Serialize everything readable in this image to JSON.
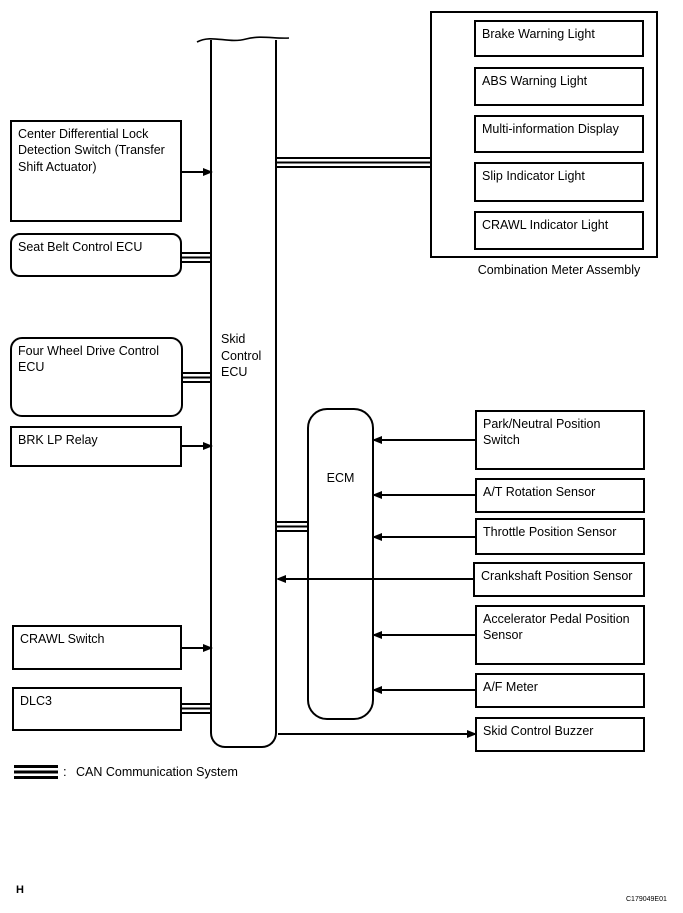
{
  "colors": {
    "line": "#000000",
    "background": "#ffffff"
  },
  "column": {
    "label": "Skid Control ECU"
  },
  "left_boxes": [
    {
      "label": "Center Differential Lock Detection Switch (Transfer Shift Actuator)",
      "connection": "arrow"
    },
    {
      "label": "Seat Belt Control ECU",
      "connection": "can"
    },
    {
      "label": "Four Wheel Drive Control ECU",
      "connection": "can"
    },
    {
      "label": "BRK LP Relay",
      "connection": "arrow"
    },
    {
      "label": "CRAWL Switch",
      "connection": "arrow"
    },
    {
      "label": "DLC3",
      "connection": "can"
    }
  ],
  "combination_meter": {
    "title": "Combination Meter Assembly",
    "items": [
      {
        "label": "Brake Warning Light"
      },
      {
        "label": "ABS Warning Light"
      },
      {
        "label": "Multi-information Display"
      },
      {
        "label": "Slip Indicator Light"
      },
      {
        "label": "CRAWL Indicator Light"
      }
    ],
    "connection": "can"
  },
  "ecm": {
    "label": "ECM",
    "connection": "can"
  },
  "right_boxes": [
    {
      "label": "Park/Neutral Position Switch",
      "connection": "arrow-to-ecm"
    },
    {
      "label": "A/T Rotation Sensor",
      "connection": "arrow-to-ecm"
    },
    {
      "label": "Throttle Position Sensor",
      "connection": "arrow-to-ecm"
    },
    {
      "label": "Crankshaft Position Sensor",
      "connection": "arrow-to-skid-ecu"
    },
    {
      "label": "Accelerator Pedal Position Sensor",
      "connection": "arrow-to-ecm"
    },
    {
      "label": "A/F Meter",
      "connection": "arrow-to-ecm"
    },
    {
      "label": "Skid Control Buzzer",
      "connection": "arrow-from-skid-ecu"
    }
  ],
  "legend": {
    "colon": ":",
    "label": "CAN Communication System"
  },
  "footer": {
    "left_marker": "H",
    "figure_code": "C179049E01"
  }
}
